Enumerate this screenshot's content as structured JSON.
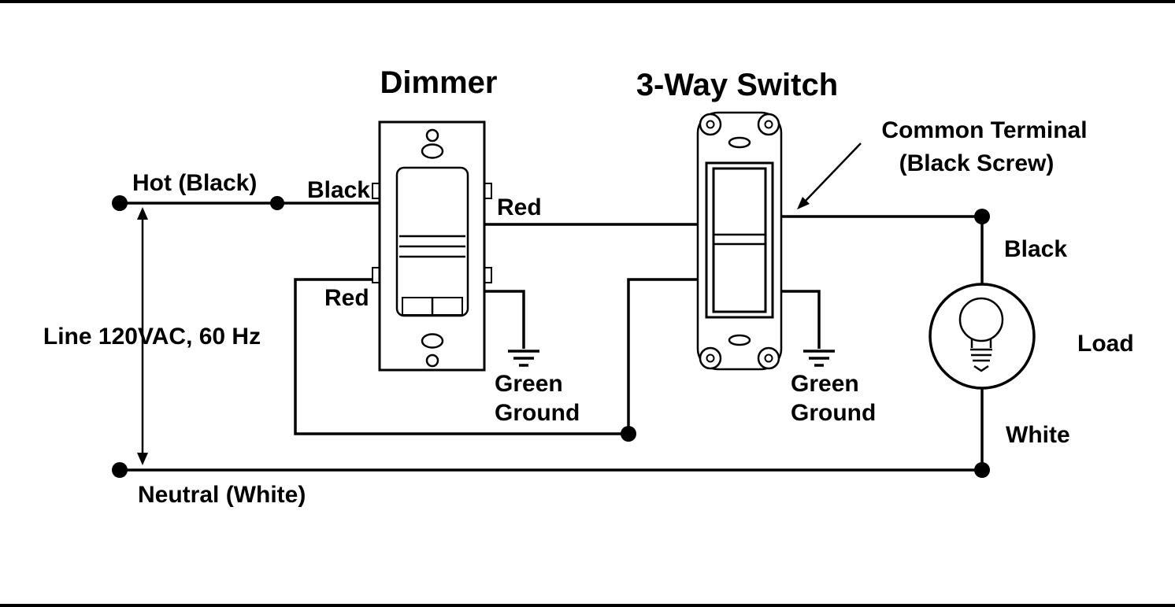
{
  "titles": {
    "dimmer": "Dimmer",
    "switch": "3-Way Switch"
  },
  "labels": {
    "hot": "Hot (Black)",
    "black_wire": "Black",
    "red_wire_top": "Red",
    "red_wire_bottom": "Red",
    "line_voltage": "Line 120VAC, 60 Hz",
    "neutral": "Neutral (White)",
    "common_terminal_line1": "Common Terminal",
    "common_terminal_line2": "(Black Screw)",
    "black_load": "Black",
    "white_load": "White",
    "load": "Load",
    "dimmer_ground_line1": "Green",
    "dimmer_ground_line2": "Ground",
    "switch_ground_line1": "Green",
    "switch_ground_line2": "Ground"
  },
  "colors": {
    "wire": "#000000",
    "background": "#ffffff"
  }
}
